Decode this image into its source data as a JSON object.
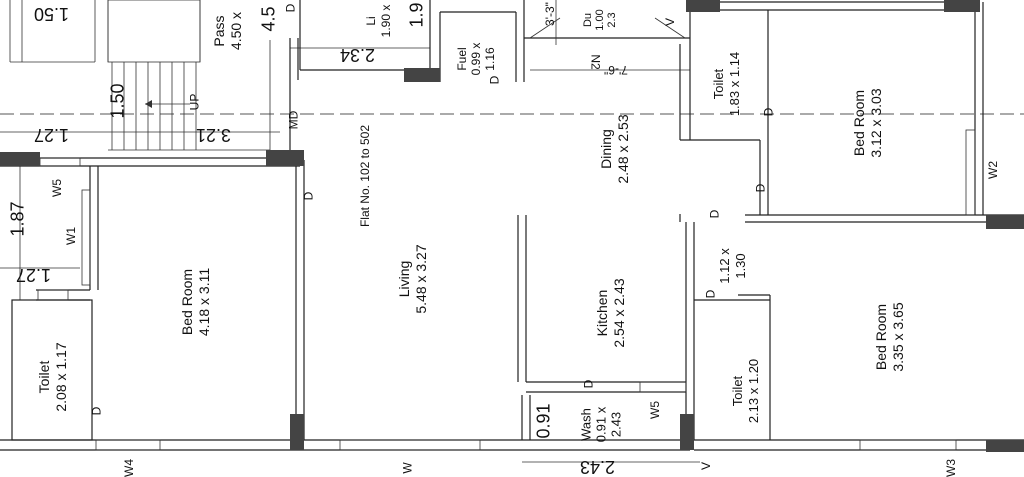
{
  "plan": {
    "flat_label": "Flat No. 102 to 502",
    "rooms": {
      "living": {
        "name": "Living",
        "size": "5.48 x 3.27"
      },
      "bed_left": {
        "name": "Bed Room",
        "size": "4.18 x 3.11"
      },
      "toilet_left": {
        "name": "Toilet",
        "size": "2.08 x 1.17"
      },
      "kitchen": {
        "name": "Kitchen",
        "size": "2.54 x 2.43"
      },
      "dining": {
        "name": "Dining",
        "size": "2.48 x 2.53"
      },
      "bed_top_right": {
        "name": "Bed Room",
        "size": "3.12 x 3.03"
      },
      "toilet_top": {
        "name": "Toilet",
        "size": "1.83 x 1.14"
      },
      "bed_bottom_right": {
        "name": "Bed Room",
        "size": "3.35 x 3.65"
      },
      "toilet_bottom": {
        "name": "Toilet",
        "size": "2.13 x 1.20"
      },
      "wash": {
        "name": "Wash",
        "size_a": "0.91 x",
        "size_b": "2.43"
      },
      "fuel": {
        "name": "Fuel",
        "size_a": "0.99 x",
        "size_b": "1.16"
      },
      "passage": {
        "name": "Pass",
        "size": "4.50 x"
      },
      "lift": {
        "name": "Li",
        "size": "1.90 x"
      },
      "duct": {
        "name": "Du",
        "size_a": "1.00",
        "size_b": "2.3"
      },
      "small_box": {
        "size_a": "1.12 x",
        "size_b": "1.30"
      }
    },
    "dims": {
      "d150_top": "1.50",
      "d150_stair": "1.50",
      "d127_a": "1.27",
      "d127_b": "1.27",
      "d321": "3.21",
      "d187": "1.87",
      "d45": "4.5",
      "d19": "1.9",
      "d234": "2.34",
      "d76": "7'-6\"",
      "d33": "3'-3\"",
      "d091": "0.91",
      "d243": "2.43"
    },
    "labels": {
      "up": "UP",
      "md": "MD",
      "d": "D",
      "w1": "W1",
      "w2": "W2",
      "w3": "W3",
      "w4": "W4",
      "w5": "W5",
      "w": "W",
      "v": "V",
      "n2": "N2"
    }
  }
}
